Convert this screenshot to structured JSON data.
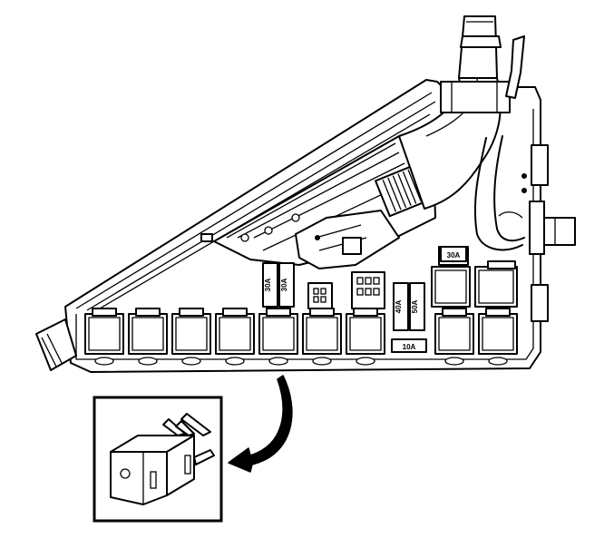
{
  "fuse_labels": {
    "fuse_a": "30A",
    "fuse_b": "30A",
    "fuse_c": "30A",
    "fuse_d": "40A",
    "fuse_e": "50A",
    "fuse_f": "10A"
  },
  "icons": {
    "housing": "fuse-relay-center-housing-icon",
    "relay": "relay-icon",
    "arrow": "curved-arrow-icon",
    "inset": "relay-detail-inset"
  },
  "colors": {
    "line": "#000000",
    "background": "#ffffff"
  }
}
